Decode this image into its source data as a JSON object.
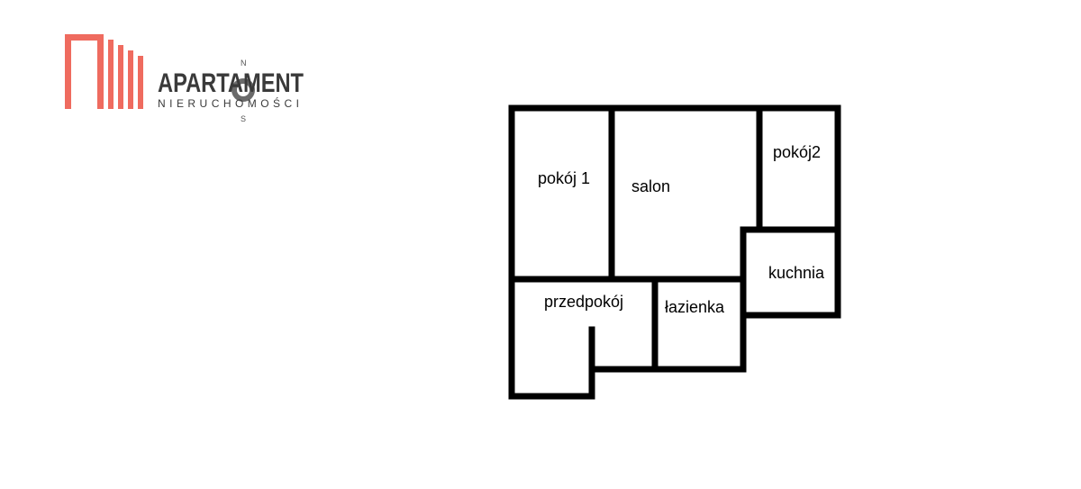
{
  "logo": {
    "brand": "APARTAMENT",
    "subtitle": "NIERUCHOMOŚCI",
    "compass_north": "N",
    "compass_south": "S",
    "accent_color": "#ef6b5f",
    "icon": "building-bars-icon"
  },
  "rooms": {
    "pokoj1": "pokój 1",
    "salon": "salon",
    "pokoj2": "pokój2",
    "kuchnia": "kuchnia",
    "przedpokoj": "przedpokój",
    "lazienka": "łazienka"
  }
}
